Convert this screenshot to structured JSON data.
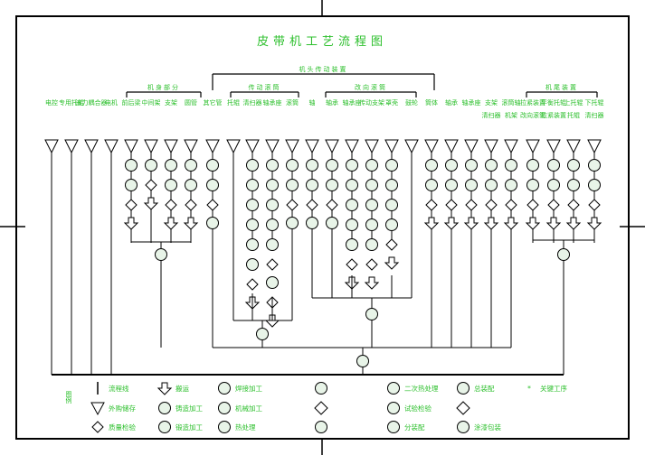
{
  "title": "皮带机工艺流程图",
  "group_main": "机头传动装置",
  "groups": [
    "机身部分",
    "传动滚筒",
    "改向滚筒",
    "机尾装置"
  ],
  "column_labels": [
    "电控",
    "专用托辊",
    "液力耦合器",
    "电机",
    "前后梁",
    "中间架",
    "支架",
    "圆管",
    "其它管",
    "托辊",
    "清扫器",
    "轴承座",
    "滚筒",
    "轴",
    "轴承",
    "轴承座",
    "传动支架",
    "罩壳",
    "鼓轮",
    "筒体",
    "轴承",
    "轴承座",
    "支架",
    "滚筒轴",
    "拉紧装置",
    "平衡托辊",
    "上托辊",
    "下托辊",
    "清扫器",
    "机架",
    "改向滚筒",
    "拉紧装置",
    "托辊",
    "清扫器"
  ],
  "left_label": "图例",
  "legend": [
    {
      "symbol": "line",
      "text": "流程线"
    },
    {
      "symbol": "arrow",
      "text": "搬运"
    },
    {
      "symbol": "weld",
      "text": "焊接加工"
    },
    {
      "symbol": "circle",
      "text": "二次热处理"
    },
    {
      "symbol": "circle",
      "text": "总装配"
    },
    {
      "symbol": "star",
      "text": "关键工序"
    },
    {
      "symbol": "triangle",
      "text": "外购储存"
    },
    {
      "symbol": "circle",
      "text": "铸造加工"
    },
    {
      "symbol": "circle",
      "text": "机械加工"
    },
    {
      "symbol": "circle",
      "text": "试验检验"
    },
    {
      "symbol": "diamond",
      "text": "质量检验"
    },
    {
      "symbol": "circle",
      "text": "锻造加工"
    },
    {
      "symbol": "circle",
      "text": "热处理"
    },
    {
      "symbol": "circle",
      "text": "分装配"
    },
    {
      "symbol": "circle",
      "text": "涂漆包装"
    }
  ],
  "colors": {
    "line": "#000000",
    "text": "#2bbf2b",
    "symbol_fill": "#e8f4e8"
  }
}
